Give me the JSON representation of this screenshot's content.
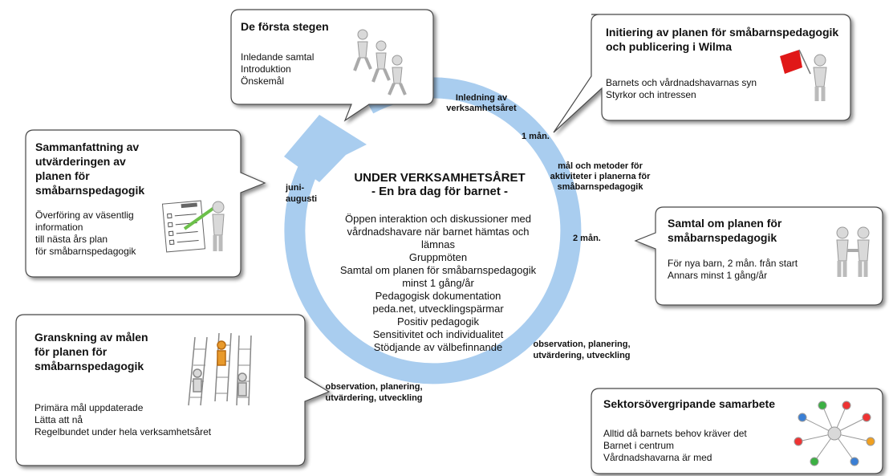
{
  "colors": {
    "ring": "#a9cdef",
    "bubble_stroke": "#4a4a4a",
    "figure": "#d9d9d9",
    "flag": "#e01818"
  },
  "callouts": {
    "first_steps": {
      "title": [
        "De första stegen"
      ],
      "body": [
        "Inledande samtal",
        "Introduktion",
        "Önskemål"
      ]
    },
    "initiation": {
      "title": [
        "Initiering av planen för småbarnspedagogik",
        "och publicering i Wilma"
      ],
      "body": [
        "Barnets och vårdnadshavarnas syn",
        "Styrkor och intressen"
      ]
    },
    "summary": {
      "title": [
        "Sammanfattning av",
        "utvärderingen av",
        "planen för",
        "småbarnspedagogik"
      ],
      "body": [
        "Överföring av väsentlig",
        "information",
        "till nästa års plan",
        "för småbarnspedagogik"
      ]
    },
    "talk": {
      "title": [
        "Samtal om planen för",
        "småbarnspedagogik"
      ],
      "body": [
        "För nya barn, 2 mån. från start",
        "Annars minst 1 gång/år"
      ]
    },
    "review": {
      "title": [
        "Granskning av målen",
        "för planen för",
        "småbarnspedagogik"
      ],
      "body": [
        "Primära mål uppdaterade",
        "Lätta att nå",
        "Regelbundet under hela verksamhetsåret"
      ]
    },
    "cross_sector": {
      "title": [
        "Sektorsövergripande samarbete"
      ],
      "body": [
        "Alltid då barnets behov kräver det",
        "Barnet i centrum",
        "Vårdnadshavarna är med"
      ]
    }
  },
  "cycle_labels": {
    "start": [
      "Inledning av",
      "verksamhetsåret"
    ],
    "one_month": [
      "1 mån."
    ],
    "methods": [
      "mål och metoder för",
      "aktiviteter i planerna för",
      "småbarnspedagogik"
    ],
    "two_months": [
      "2 mån."
    ],
    "observation_right": [
      "observation, planering,",
      "utvärdering, utveckling"
    ],
    "observation_left": [
      "observation, planering,",
      "utvärdering, utveckling"
    ],
    "summer": [
      "juni-",
      "augusti"
    ]
  },
  "center": {
    "title": [
      "UNDER VERKSAMHETSÅRET",
      "- En bra dag för barnet -"
    ],
    "items": [
      "Öppen interaktion och diskussioner med",
      "vårdnadshavare när barnet hämtas och",
      "lämnas",
      "Gruppmöten",
      "Samtal om planen för småbarnspedagogik",
      "minst 1 gång/år",
      "Pedagogisk dokumentation",
      "peda.net, utvecklingspärmar",
      "Positiv pedagogik",
      "Sensitivitet och individualitet",
      "Stödjande av välbefinnande"
    ]
  }
}
